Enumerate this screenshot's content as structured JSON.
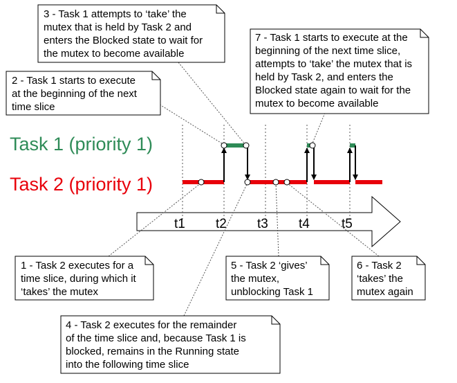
{
  "tasks": {
    "task1_label": "Task 1 (priority 1)",
    "task2_label": "Task 2 (priority 1)"
  },
  "colors": {
    "task1": "#2e8b57",
    "task2": "#e8000a"
  },
  "timeline": {
    "ticks": [
      "t1",
      "t2",
      "t3",
      "t4",
      "t5"
    ]
  },
  "notes": {
    "n1": [
      "1 - Task 2 executes for a",
      "time slice, during which it",
      "‘takes’ the mutex"
    ],
    "n2": [
      "2 - Task 1 starts to execute",
      "at the beginning of the next",
      "time slice"
    ],
    "n3": [
      "3 - Task 1 attempts to ‘take’ the",
      "mutex that is held by Task 2 and",
      "enters the Blocked state to wait for",
      "the mutex to become available"
    ],
    "n4": [
      "4 - Task 2 executes for the remainder",
      "of the time slice and, because Task 1 is",
      "blocked, remains in the Running state",
      "into the following time slice"
    ],
    "n5": [
      "5 - Task 2 ‘gives’",
      "the mutex,",
      "unblocking Task 1"
    ],
    "n6": [
      "6 - Task 2",
      "‘takes’ the",
      "mutex again"
    ],
    "n7": [
      "7 - Task 1 starts to execute at the",
      "beginning of the next time slice,",
      "attempts to ‘take’ the mutex that is",
      "held by Task 2, and enters the",
      "Blocked state again to wait for the",
      "mutex to become available"
    ]
  }
}
